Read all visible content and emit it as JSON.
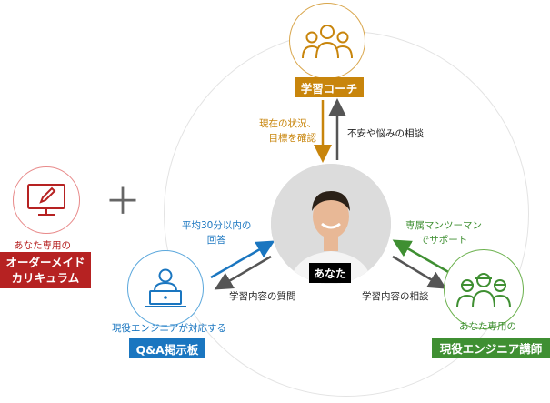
{
  "coach": {
    "label": "学習コーチ",
    "to_you": [
      "現在の状況、",
      "目標を確認"
    ],
    "from_you": "不安や悩みの相談",
    "icon": "three-people-icon",
    "color": "#c8850c"
  },
  "qa": {
    "label": "Q&A掲示板",
    "caption": "現役エンジニアが対応する",
    "to_you": [
      "平均30分以内の",
      "回答"
    ],
    "from_you": "学習内容の質問",
    "icon": "laptop-person-icon",
    "color": "#1a76c0"
  },
  "engineer": {
    "label": "現役エンジニア講師",
    "caption": "あなた専用の",
    "to_you": [
      "専属マンツーマン",
      "でサポート"
    ],
    "from_you": "学習内容の相談",
    "icon": "engineers-icon",
    "color": "#3f8f32"
  },
  "curriculum": {
    "caption": "あなた専用の",
    "label_line1": "オーダーメイド",
    "label_line2": "カリキュラム",
    "icon": "monitor-pencil-icon",
    "color": "#b62222"
  },
  "you": {
    "label": "あなた"
  },
  "plus_sign": "＋"
}
